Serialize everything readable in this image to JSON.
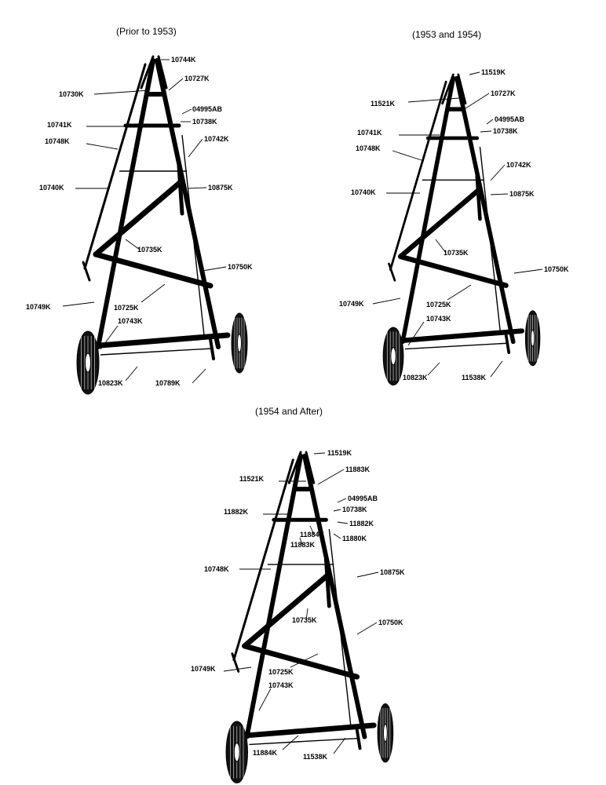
{
  "captions": {
    "top_left": "(Prior to 1953)",
    "top_right": "(1953 and 1954)",
    "bottom": "(1954 and After)"
  },
  "diagrams": [
    {
      "id": "prior-1953",
      "labels": [
        "10744K",
        "10727K",
        "10730K",
        "04995AB",
        "10741K",
        "10738K",
        "10748K",
        "10742K",
        "10740K",
        "10875K",
        "10735K",
        "10750K",
        "10749K",
        "10725K",
        "10743K",
        "10823K",
        "10789K"
      ]
    },
    {
      "id": "1953-1954",
      "labels": [
        "11519K",
        "10727K",
        "11521K",
        "04995AB",
        "10741K",
        "10738K",
        "10748K",
        "10742K",
        "10740K",
        "10875K",
        "10735K",
        "10750K",
        "10749K",
        "10725K",
        "10743K",
        "10823K",
        "11538K"
      ]
    },
    {
      "id": "1954-after",
      "labels": [
        "11519K",
        "11883K",
        "11521K",
        "04995AB",
        "11882K",
        "10738K",
        "11884K",
        "11882K",
        "11883K",
        "11880K",
        "10748K",
        "10875K",
        "10735K",
        "10750K",
        "10749K",
        "10725K",
        "10743K",
        "11884K",
        "11538K"
      ]
    }
  ]
}
